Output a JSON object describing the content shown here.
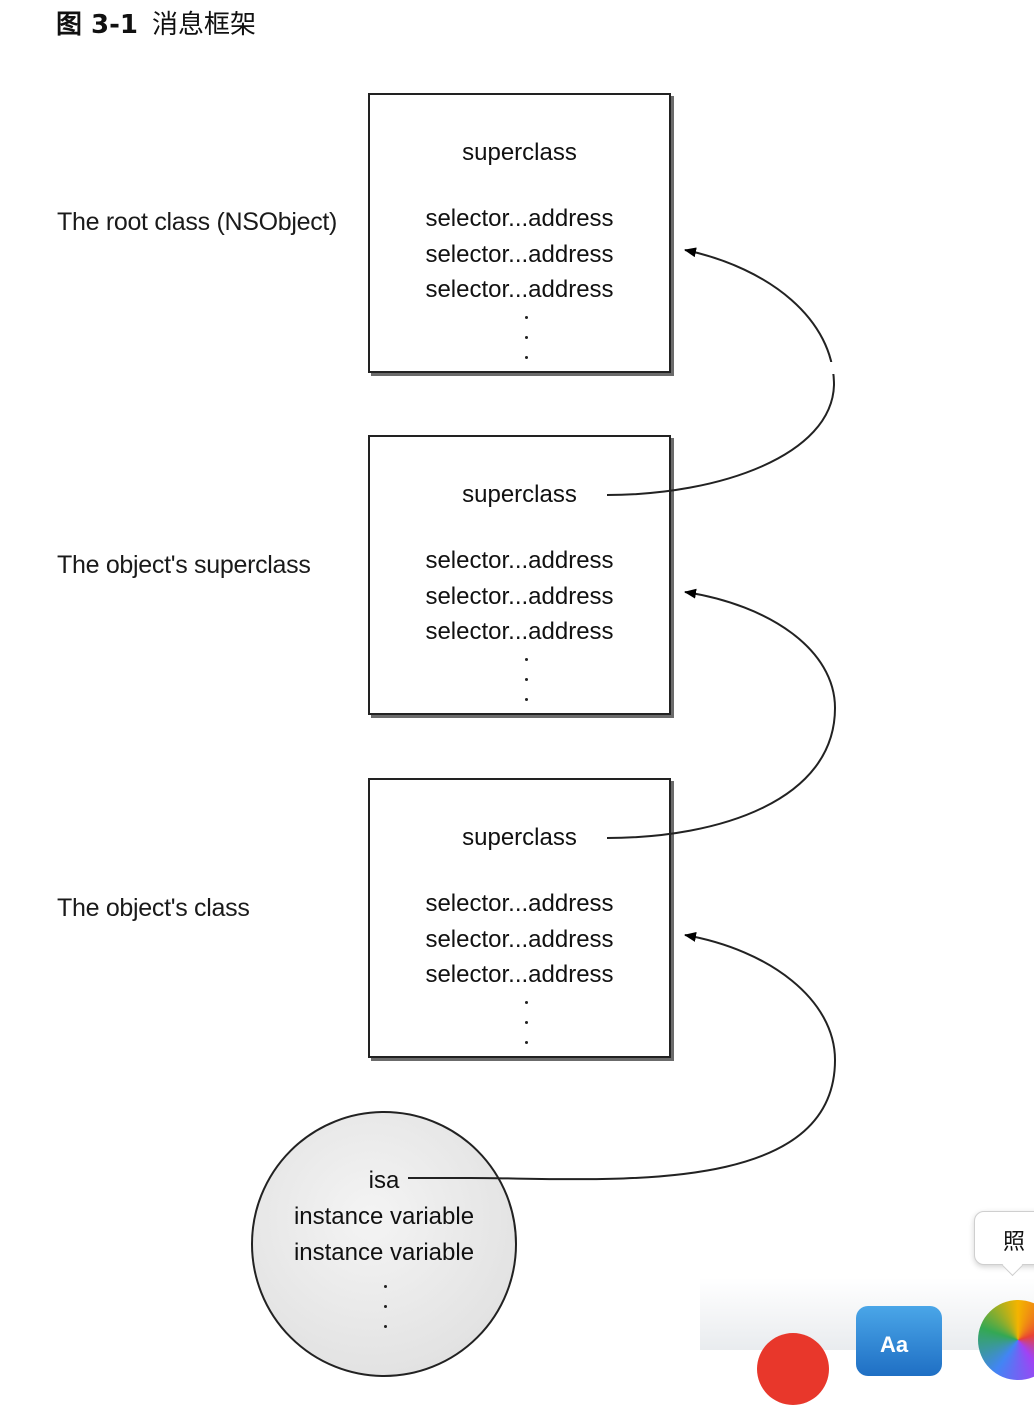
{
  "caption": {
    "figure": "图 3-1",
    "title": "消息框架"
  },
  "rows": {
    "root": "The root class (NSObject)",
    "superclass": "The object's superclass",
    "class": "The object's class"
  },
  "box": {
    "superclass_field": "superclass",
    "method_entry": "selector...address"
  },
  "instance": {
    "isa": "isa",
    "ivar": "instance variable"
  },
  "tooltip": {
    "text": "照"
  },
  "dock": {
    "dictionary_app_label": "Aa"
  }
}
